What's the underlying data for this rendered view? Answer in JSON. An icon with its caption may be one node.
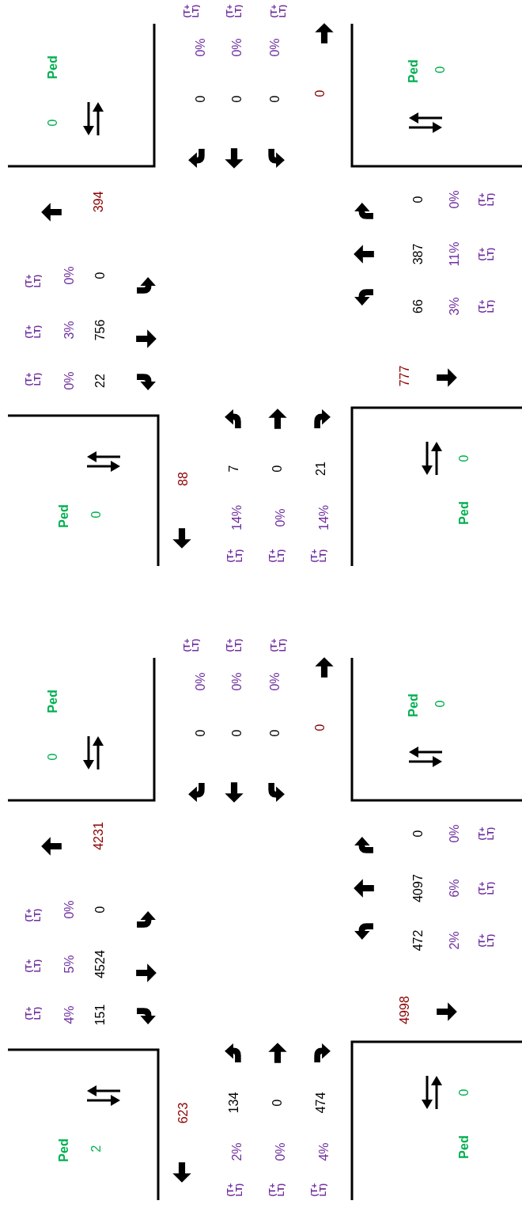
{
  "diagram": {
    "labels": [
      "Ped",
      "0",
      "(T+ LT)",
      "(T+ LT)",
      "(T+ LT)",
      "0%",
      "0%",
      "0%",
      "0",
      "0",
      "0",
      "0",
      "Ped",
      "0",
      "394",
      "(T+ LT)",
      "(T+ LT)",
      "(T+ LT)",
      "0%",
      "3%",
      "0%",
      "0",
      "756",
      "22",
      "Ped",
      "0",
      "88",
      "7",
      "0",
      "21",
      "14%",
      "0%",
      "14%",
      "(T+ LT)",
      "(T+ LT)",
      "(T+ LT)",
      "Ped",
      "0",
      "777",
      "0",
      "387",
      "66",
      "0%",
      "11%",
      "3%",
      "(T+ LT)",
      "(T+ LT)",
      "(T+ LT)",
      "Ped",
      "0",
      "(T+ LT)",
      "(T+ LT)",
      "(T+ LT)",
      "0%",
      "0%",
      "0%",
      "0",
      "0",
      "0",
      "0",
      "Ped",
      "0",
      "4231",
      "(T+ LT)",
      "(T+ LT)",
      "(T+ LT)",
      "0%",
      "5%",
      "4%",
      "0",
      "4524",
      "151",
      "Ped",
      "2",
      "623",
      "134",
      "0",
      "474",
      "2%",
      "0%",
      "4%",
      "(T+ LT)",
      "(T+ LT)",
      "(T+ LT)",
      "Ped",
      "0",
      "4998",
      "0",
      "4097",
      "472",
      "0%",
      "6%",
      "2%",
      "(T+ LT)",
      "(T+ LT)",
      "(T+ LT)"
    ]
  }
}
